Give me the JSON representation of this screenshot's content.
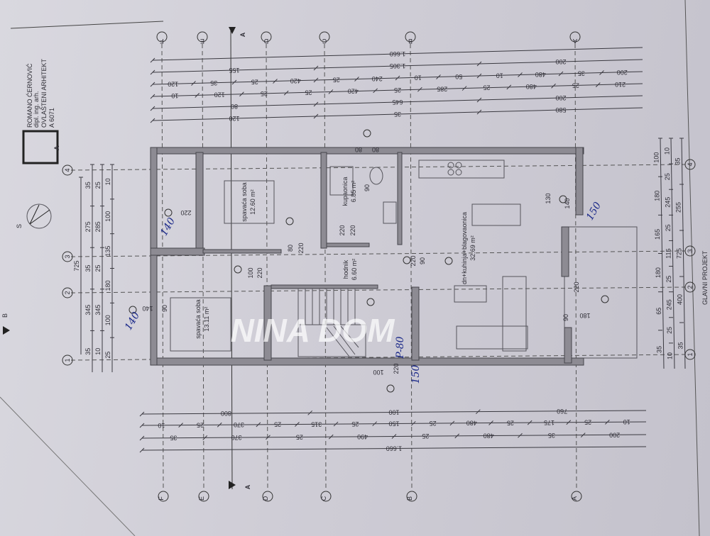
{
  "title_block": {
    "lines": [
      "ROMANO ĆERNOVIĆ",
      "dipl. ing. arh.",
      "OVLAŠTENI ARHITEKT",
      "A 6071"
    ],
    "stamp_letter": "A"
  },
  "sheet_title": "GLAVNI PROJEKT",
  "north_label": "S",
  "section_marks": {
    "vertical": "A",
    "horizontal": "B"
  },
  "grid_axes": {
    "columns": [
      "F",
      "E",
      "D",
      "C",
      "B",
      "A"
    ],
    "rows": [
      "1",
      "2",
      "3",
      "4"
    ]
  },
  "rooms": [
    {
      "name": "spavaća soba",
      "area": "12.60 m²"
    },
    {
      "name": "spavaća soba",
      "area": "13.11 m²"
    },
    {
      "name": "kupaonica",
      "area": "6.85 m²"
    },
    {
      "name": "hodnik",
      "area": "6.60 m²"
    },
    {
      "name": "dn+kuhinja+blagovaonica",
      "area": "32.69 m²"
    }
  ],
  "openings": [
    "220",
    "140",
    "80",
    "80",
    "220",
    "220",
    "90",
    "80",
    "220",
    "100",
    "220",
    "220",
    "90",
    "90",
    "130",
    "140",
    "220",
    "180",
    "100",
    "220",
    "90"
  ],
  "handwritten": [
    "140",
    "P-80",
    "150",
    "150",
    "140"
  ],
  "dimensions": {
    "top": [
      [
        "1.660"
      ],
      [
        "155",
        "1.305",
        "200"
      ],
      [
        "120",
        "35",
        "25",
        "420",
        "25",
        "240",
        "10",
        "50",
        "10",
        "480",
        "35",
        "200"
      ],
      [
        "10",
        "120",
        "25",
        "25",
        "420",
        "25",
        "285",
        "25",
        "480",
        "25",
        "210"
      ],
      [
        "80",
        "645",
        "200"
      ],
      [
        "120",
        "35",
        "580"
      ]
    ],
    "bottom": [
      [
        "800",
        "100",
        "760"
      ],
      [
        "10",
        "25",
        "370",
        "25",
        "315",
        "25",
        "150",
        "25",
        "480",
        "25",
        "175",
        "25",
        "10"
      ],
      [
        "35",
        "370",
        "25",
        "490",
        "25",
        "480",
        "35",
        "200"
      ],
      [
        "1.660"
      ]
    ],
    "left": [
      [
        "35",
        "275",
        "35",
        "345",
        "35"
      ],
      [
        "25",
        "285",
        "25",
        "345",
        "10"
      ],
      [
        "10",
        "100",
        "135",
        "180",
        "100",
        "25"
      ],
      [
        "725"
      ]
    ],
    "right": [
      [
        "100",
        "180",
        "165",
        "180",
        "65",
        "35"
      ],
      [
        "10",
        "25",
        "245",
        "25",
        "115",
        "25",
        "245",
        "25",
        "10"
      ],
      [
        "35",
        "255",
        "725",
        "400",
        "35"
      ]
    ]
  },
  "watermark": "NINA DOM"
}
